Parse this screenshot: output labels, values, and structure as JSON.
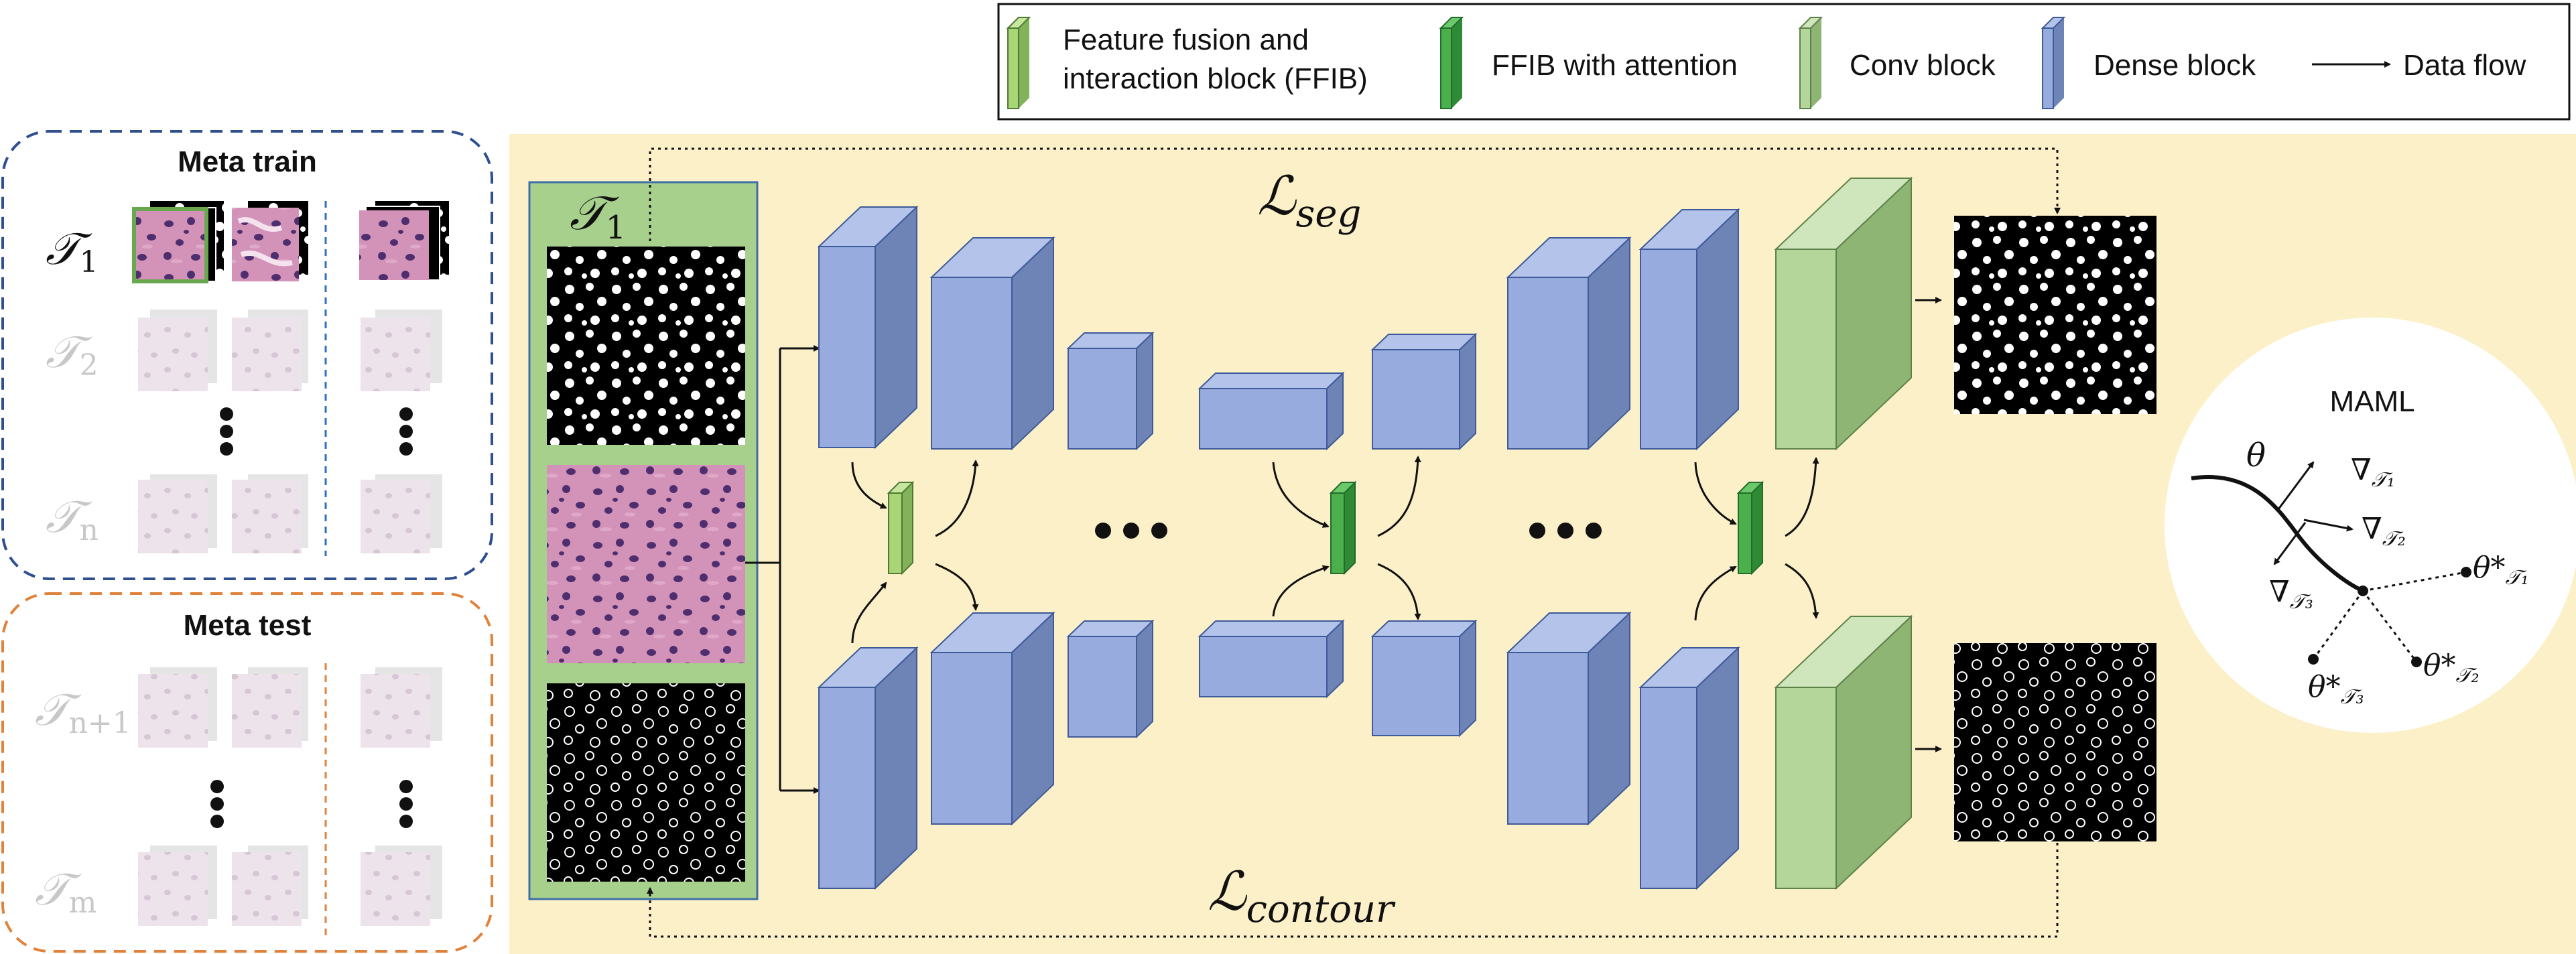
{
  "legend": {
    "ffib_label_line1": "Feature fusion and",
    "ffib_label_line2": "interaction block (FFIB)",
    "ffib_attention_label": "FFIB with attention",
    "conv_block_label": "Conv block",
    "dense_block_label": "Dense block",
    "data_flow_label": "Data flow"
  },
  "meta_train": {
    "title": "Meta train",
    "tasks": [
      {
        "symbol": "𝒯",
        "sub": "1",
        "active": true
      },
      {
        "symbol": "𝒯",
        "sub": "2",
        "active": false
      },
      {
        "symbol": "𝒯",
        "sub": "n",
        "active": false
      }
    ]
  },
  "meta_test": {
    "title": "Meta test",
    "tasks": [
      {
        "symbol": "𝒯",
        "sub": "n+1"
      },
      {
        "symbol": "𝒯",
        "sub": "m"
      }
    ]
  },
  "network": {
    "input_task": {
      "symbol": "𝒯",
      "sub": "1"
    },
    "loss_seg": {
      "symbol": "ℒ",
      "sub": "seg"
    },
    "loss_contour": {
      "symbol": "ℒ",
      "sub": "contour"
    }
  },
  "maml": {
    "title": "MAML",
    "theta": "θ",
    "grad1": {
      "sym": "∇",
      "sub": "𝒯₁"
    },
    "grad2": {
      "sym": "∇",
      "sub": "𝒯₂"
    },
    "grad3": {
      "sym": "∇",
      "sub": "𝒯₃"
    },
    "opt1": {
      "sym": "θ*",
      "sub": "𝒯₁"
    },
    "opt2": {
      "sym": "θ*",
      "sub": "𝒯₂"
    },
    "opt3": {
      "sym": "θ*",
      "sub": "𝒯₃"
    }
  },
  "colors": {
    "dense_front": "#97abde",
    "dense_top": "#b3c3ea",
    "dense_side": "#6f84b6",
    "conv_front": "#b5d69a",
    "conv_top": "#cfe5bb",
    "conv_side": "#8fb575",
    "ffib_light": "#a9d577",
    "ffib_attn": "#4bb04b",
    "panel_bg": "#fcf0c9",
    "train_border": "#2f4f8f",
    "test_border": "#e0823c",
    "t1_panel": "#a8d08d"
  }
}
